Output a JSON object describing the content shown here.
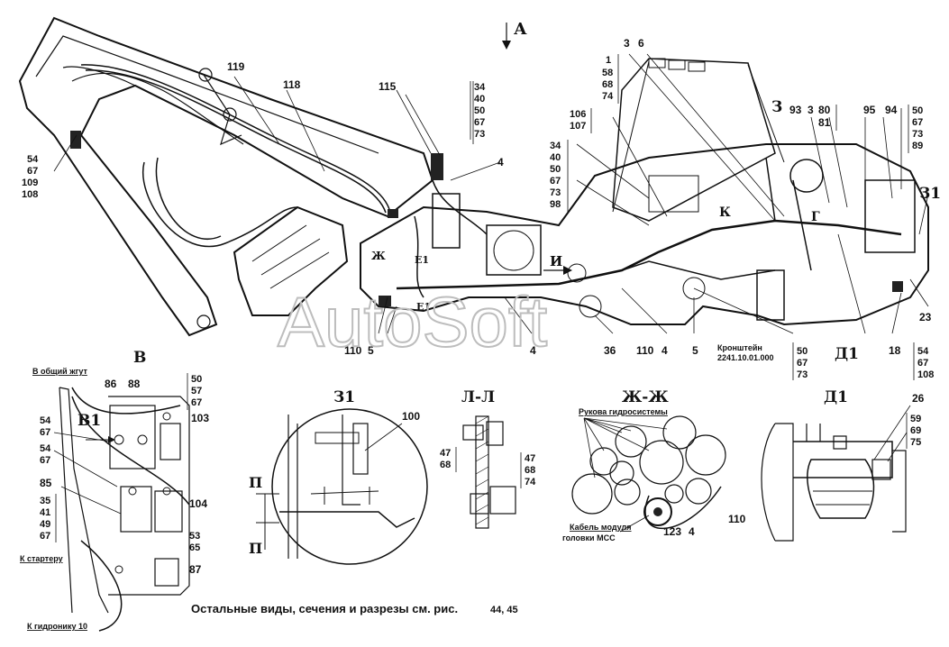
{
  "view_marker": "А",
  "watermark": "AutoSoft",
  "section_titles": [
    "В",
    "З1",
    "Л-Л",
    "Ж-Ж",
    "Д1"
  ],
  "view_letters": [
    "З",
    "Г",
    "К",
    "И",
    "Ж",
    "Е1",
    "Е1",
    "Д1",
    "З1",
    "В1",
    "П",
    "П"
  ],
  "callouts": {
    "top_left": [
      "119",
      "118",
      "115",
      "54",
      "67",
      "109",
      "108"
    ],
    "stack_34": [
      "34",
      "40",
      "50",
      "67",
      "73"
    ],
    "c4_top": "4",
    "stack_1": [
      "1",
      "58",
      "68",
      "74"
    ],
    "c36": [
      "3",
      "6"
    ],
    "stack_106": [
      "106",
      "107"
    ],
    "stack_left_cab": [
      "34",
      "40",
      "50",
      "67",
      "73",
      "98"
    ],
    "top_right": [
      "93",
      "3",
      "80",
      "81",
      "95",
      "94"
    ],
    "stack_50r": [
      "50",
      "67",
      "73",
      "89"
    ],
    "bottom_main": [
      "110",
      "5",
      "36",
      "110",
      "4",
      "4",
      "5"
    ],
    "bracket_label": "Кронштейн",
    "bracket_code": "2241.10.01.000",
    "stack_bottom_mid": [
      "50",
      "67",
      "73"
    ],
    "c18": "18",
    "c23": "23",
    "stack_bottom_right": [
      "54",
      "67",
      "108"
    ]
  },
  "view_b": {
    "label_top": "В общий жгут",
    "label_starter": "К стартеру",
    "label_gidronik": "К гидронику 10",
    "numbers": [
      "86",
      "88",
      "103",
      "85",
      "104",
      "87"
    ],
    "stack_50": [
      "50",
      "57",
      "67"
    ],
    "stack_54a": [
      "54",
      "67"
    ],
    "stack_54b": [
      "54",
      "67"
    ],
    "stack_35": [
      "35",
      "41",
      "49",
      "67"
    ],
    "stack_53": [
      "53",
      "65"
    ]
  },
  "view_z1": {
    "numbers": [
      "100"
    ]
  },
  "view_ll": {
    "stack_47a": [
      "47",
      "68"
    ],
    "stack_47b": [
      "47",
      "68",
      "74"
    ]
  },
  "view_zhzh": {
    "hoses_label": "Рукова гидросистемы",
    "cable_label_1": "Кабель модуля",
    "cable_label_2": "головки МСС",
    "numbers": [
      "123",
      "4",
      "110"
    ]
  },
  "view_d1": {
    "c26": "26",
    "stack": [
      "59",
      "69",
      "75"
    ]
  },
  "footer_note": "Остальные виды, сечения и разрезы см. рис.",
  "footer_refs": "44, 45"
}
